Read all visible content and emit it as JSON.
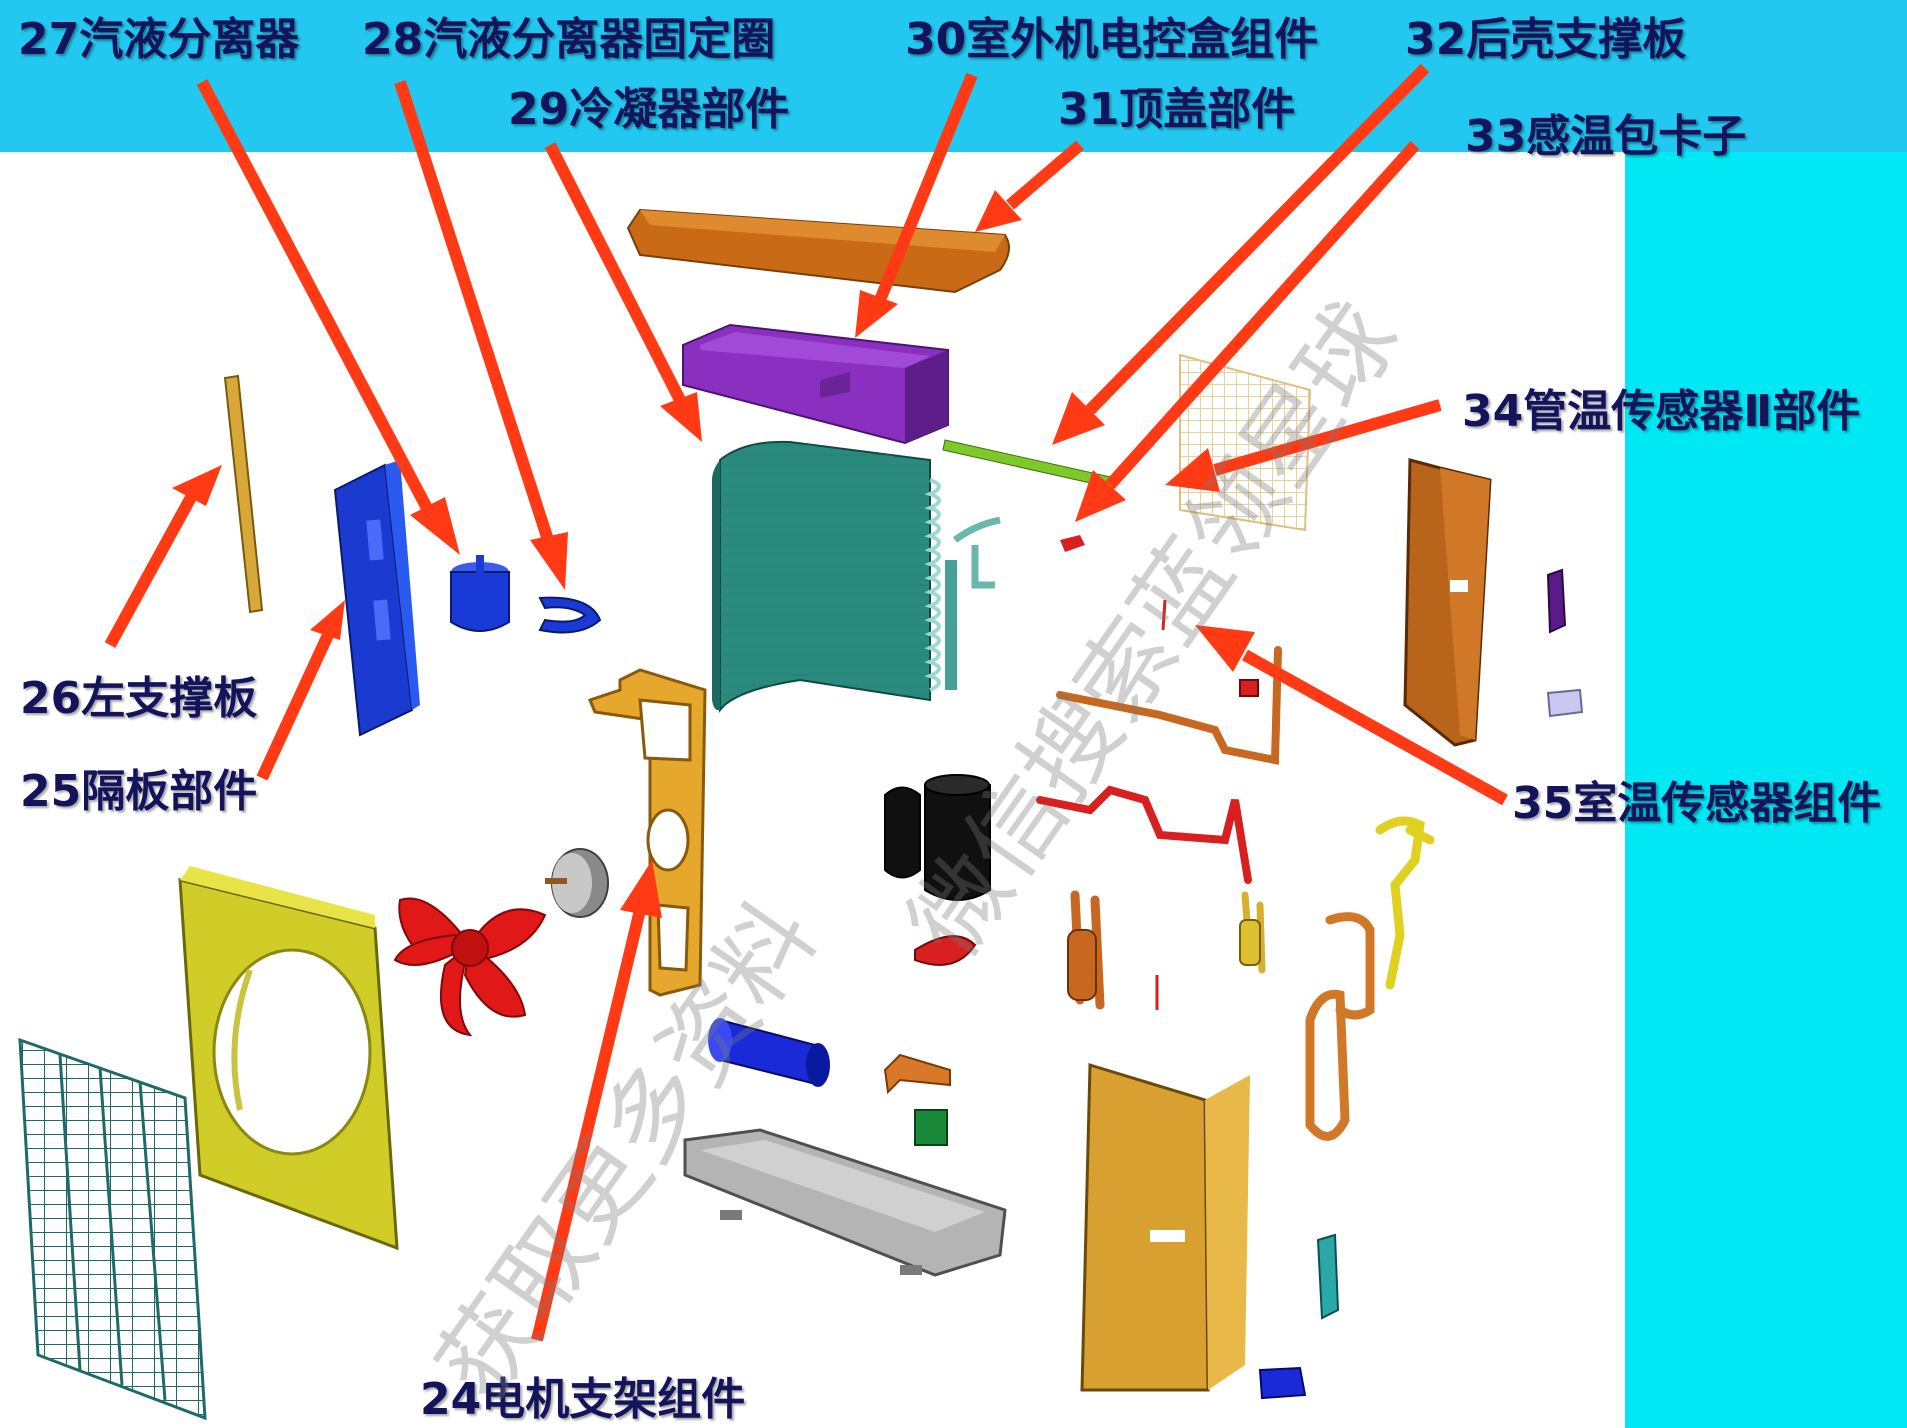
{
  "colors": {
    "header_band": "#22c8f0",
    "right_band": "#00e8f4",
    "background": "#ffffff",
    "label_text": "#14145c",
    "arrow": "#ff3a14"
  },
  "labels": {
    "l24": "24电机支架组件",
    "l25": "25隔板部件",
    "l26": "26左支撑板",
    "l27": "27汽液分离器",
    "l28": "28汽液分离器固定圈",
    "l29": "29冷凝器部件",
    "l30": "30室外机电控盒组件",
    "l31": "31顶盖部件",
    "l32": "32后壳支撑板",
    "l33": "33感温包卡子",
    "l34": "34管温传感器Ⅱ部件",
    "l35": "35室温传感器组件"
  },
  "watermark": {
    "part1": "获取更多资料",
    "part2": "微信搜索蓝领星球"
  },
  "parts": [
    "top-cover",
    "electric-box",
    "left-support-plate",
    "partition-panel",
    "gas-liquid-separator",
    "separator-fixing-ring",
    "condenser",
    "motor-bracket",
    "fan-motor",
    "axial-fan",
    "front-panel",
    "front-grille",
    "compressor",
    "reservoir-tank",
    "chassis",
    "rear-grille",
    "right-side-panel",
    "front-right-panel",
    "rear-support-rod",
    "sensor-clip",
    "pipe-temp-sensor",
    "room-temp-sensor",
    "connecting-pipes",
    "four-way-valve-assembly",
    "capillary-assembly",
    "terminal-block",
    "reactor",
    "valve-bracket",
    "small-plates"
  ]
}
